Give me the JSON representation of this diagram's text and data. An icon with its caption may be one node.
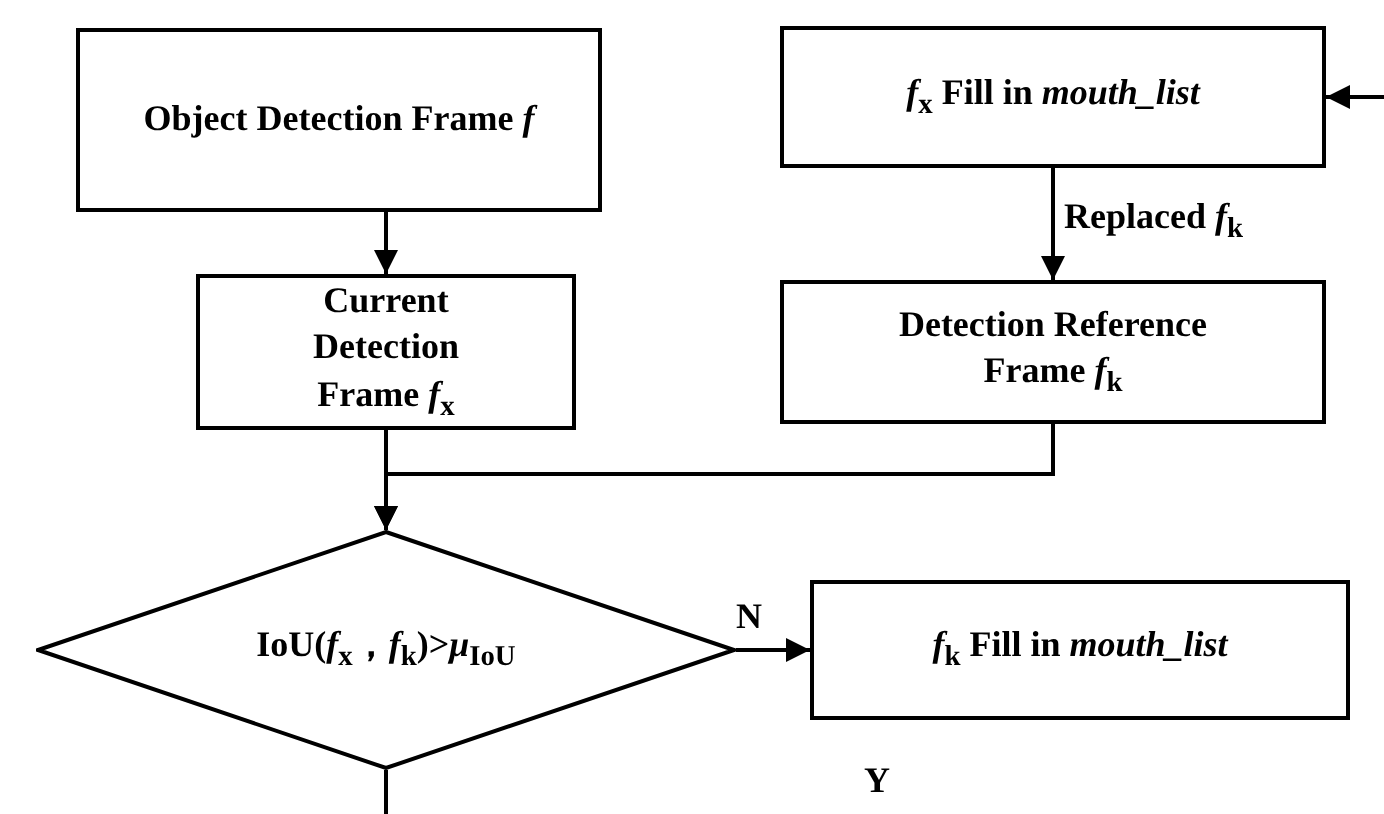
{
  "diagram": {
    "nodes": [
      {
        "text": [
          "Object Detection Frame *f*"
        ]
      },
      {
        "text": [
          "Current Detection Frame *f*$_{x}$"
        ]
      },
      {
        "text": [
          "*f*$_{x}$ Fill in *mouth_list*"
        ]
      },
      {
        "text": [
          "Detection Reference Frame *f*$_{k}$"
        ]
      },
      {
        "text": [
          "IoU(*f*$_{x}$，*f*$_{k}$)>*μ*$_{IoU}$"
        ]
      },
      {
        "text": [
          "*f*$_{k}$ Fill in *mouth_list*"
        ]
      }
    ],
    "edges": [
      {
        "from": 0,
        "to": 1,
        "arrow": "to"
      },
      {
        "from": 1,
        "to": 4,
        "arrow": "to"
      },
      {
        "from": 3,
        "to": 4,
        "arrow": "to"
      },
      {
        "from": 2,
        "to": 3,
        "arrow": "to",
        "label": "Replaced *f*$_{k}$"
      },
      {
        "from": null,
        "to": 2,
        "arrow": "to"
      },
      {
        "from": 4,
        "to": 5,
        "arrow": "to",
        "label": "N"
      },
      {
        "from": 4,
        "to": null,
        "arrow": "none"
      }
    ],
    "labels": [
      "Y"
    ]
  }
}
